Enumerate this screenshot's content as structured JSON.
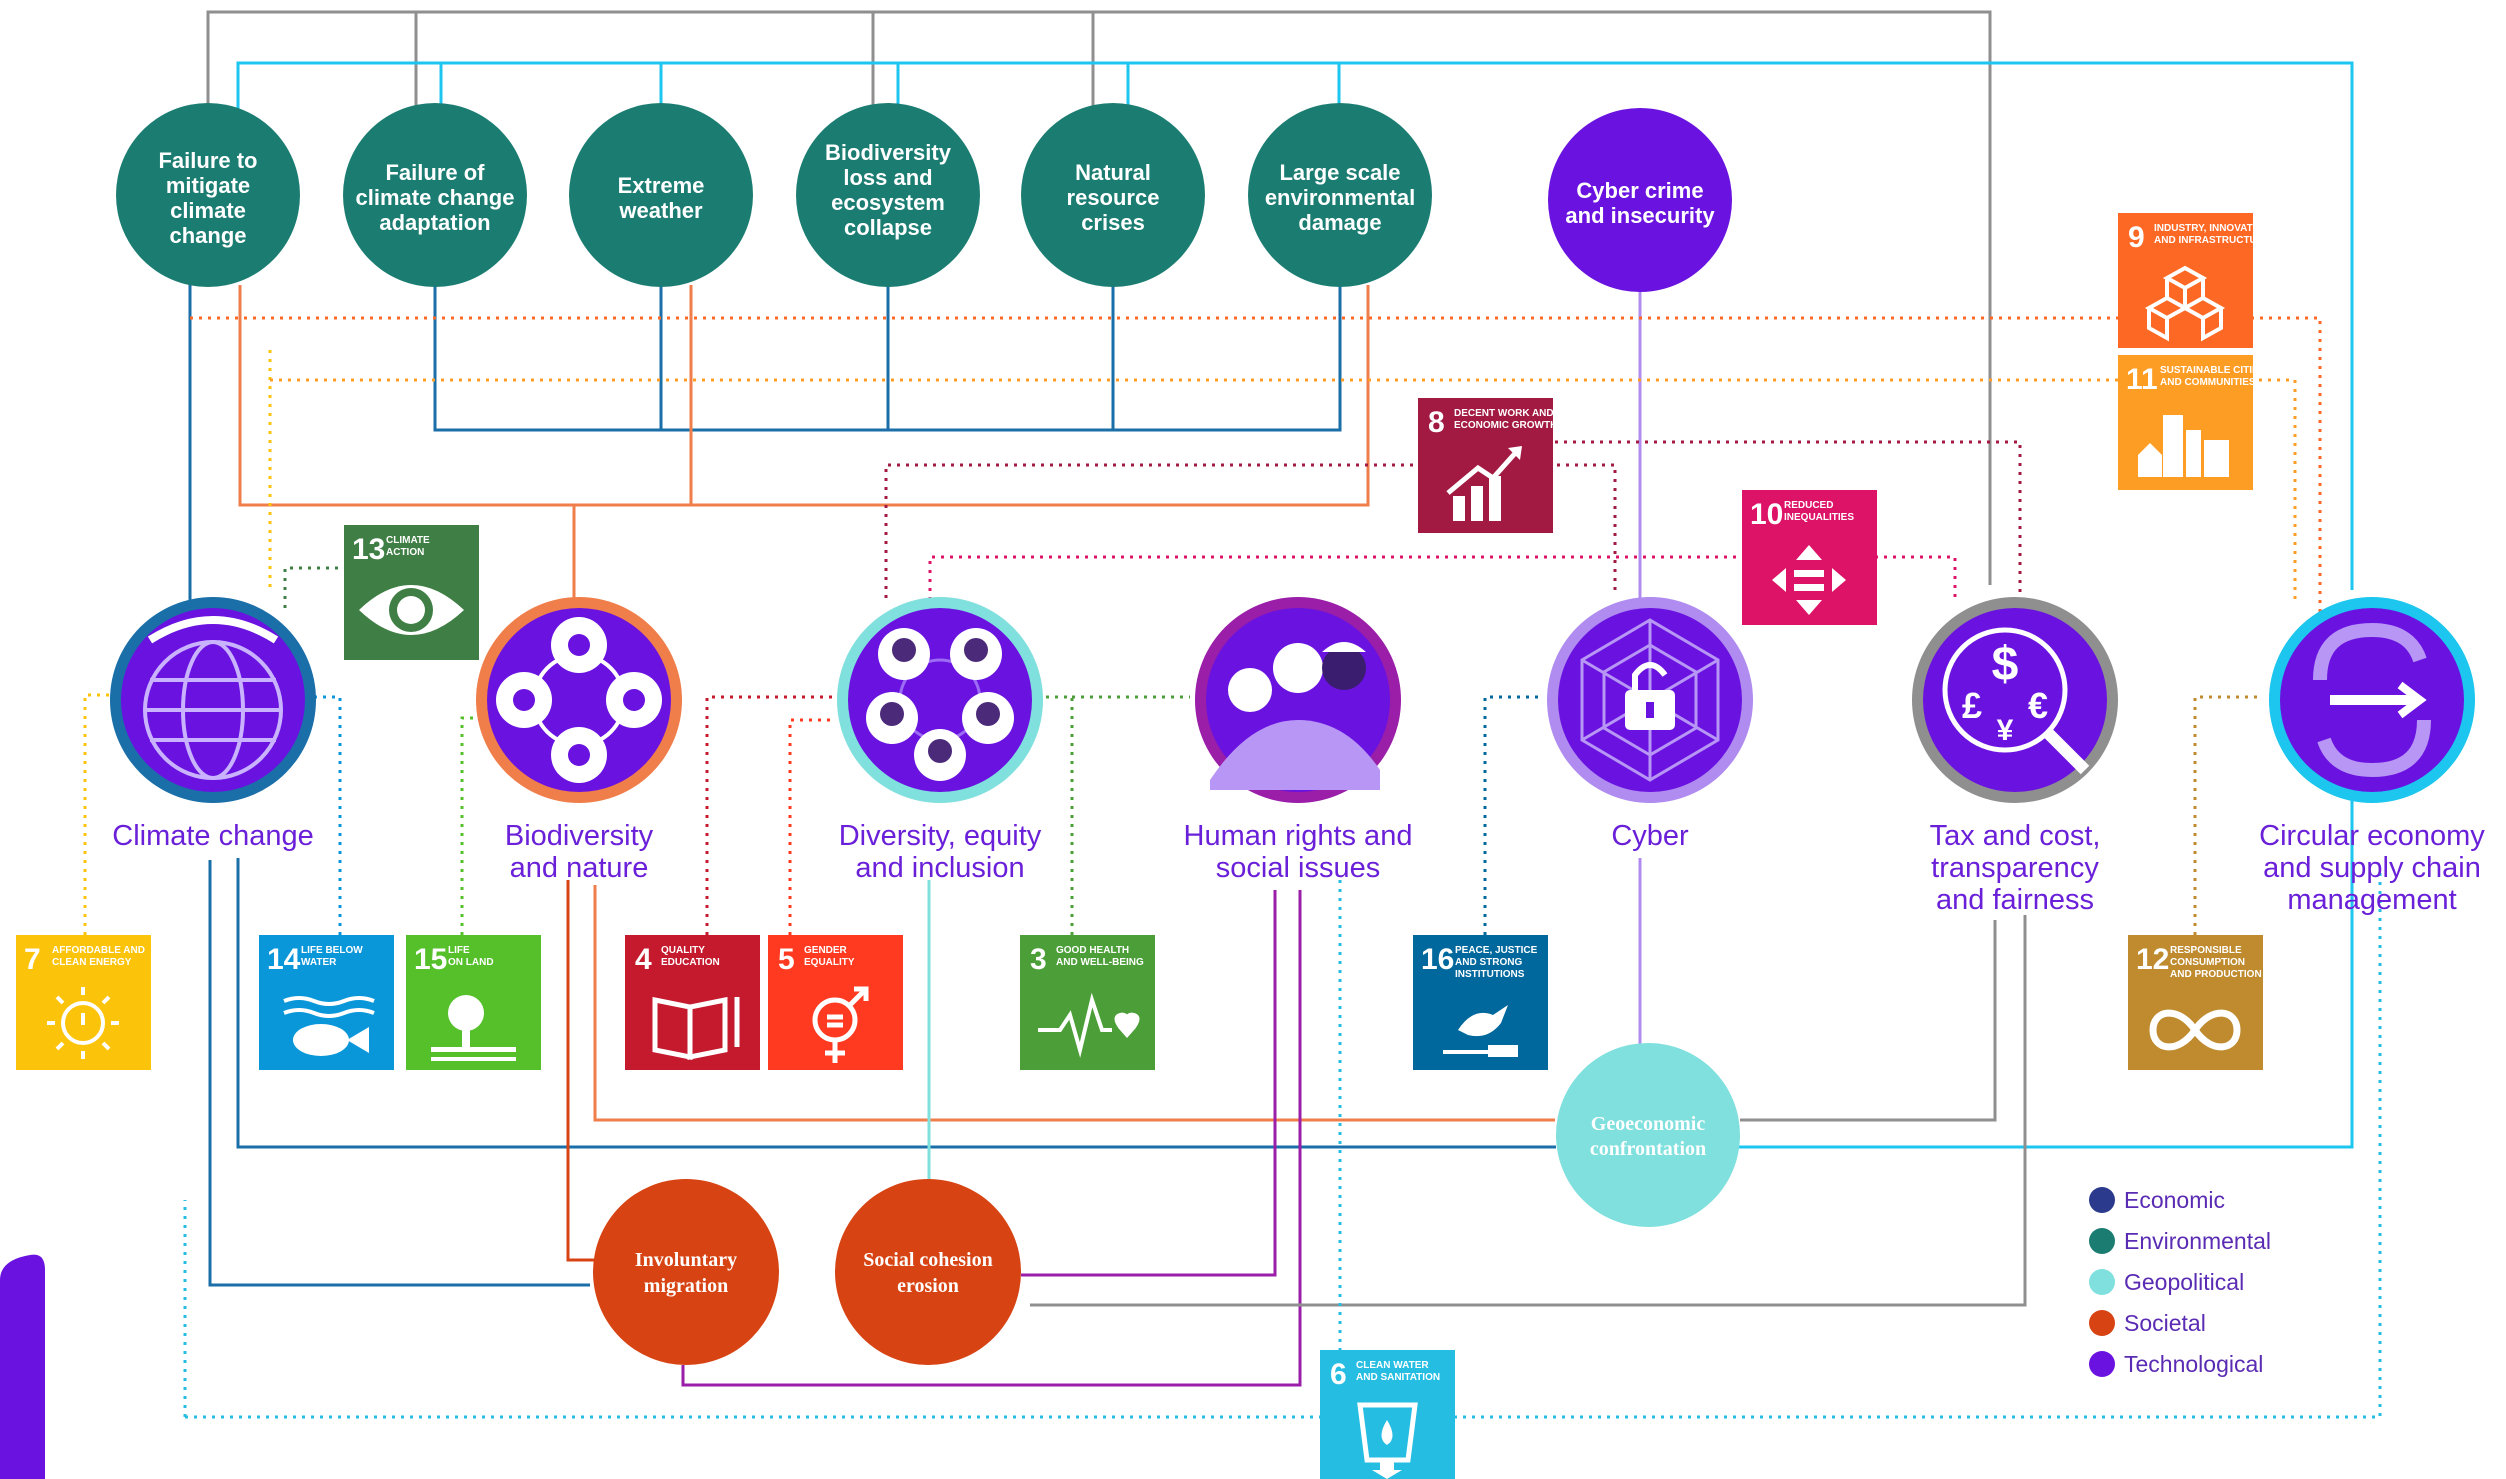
{
  "top_risks": [
    {
      "id": "failure-mitigate",
      "lines": [
        "Failure to",
        "mitigate",
        "climate",
        "change"
      ],
      "color": "#1b7d72"
    },
    {
      "id": "failure-adaptation",
      "lines": [
        "Failure of",
        "climate change",
        "adaptation"
      ],
      "color": "#1b7d72"
    },
    {
      "id": "extreme-weather",
      "lines": [
        "Extreme",
        "weather"
      ],
      "color": "#1b7d72"
    },
    {
      "id": "biodiversity-loss",
      "lines": [
        "Biodiversity",
        "loss and",
        "ecosystem",
        "collapse"
      ],
      "color": "#1b7d72"
    },
    {
      "id": "natural-resource",
      "lines": [
        "Natural",
        "resource",
        "crises"
      ],
      "color": "#1b7d72"
    },
    {
      "id": "environmental-damage",
      "lines": [
        "Large scale",
        "environmental",
        "damage"
      ],
      "color": "#1b7d72"
    },
    {
      "id": "cyber-crime",
      "lines": [
        "Cyber crime",
        "and insecurity"
      ],
      "color": "#6a12e0"
    }
  ],
  "categories": [
    {
      "id": "climate-change",
      "lines": [
        "Climate change"
      ],
      "ring": "#1a6fa8",
      "icon": "globe-icon"
    },
    {
      "id": "biodiversity-nature",
      "lines": [
        "Biodiversity",
        "and nature"
      ],
      "ring": "#f07e4b",
      "icon": "animals-icon"
    },
    {
      "id": "diversity-equity",
      "lines": [
        "Diversity, equity",
        "and inclusion"
      ],
      "ring": "#7fe0de",
      "icon": "people-icon"
    },
    {
      "id": "human-rights",
      "lines": [
        "Human rights and",
        "social issues"
      ],
      "ring": "#9a1ea8",
      "icon": "workers-icon"
    },
    {
      "id": "cyber",
      "lines": [
        "Cyber"
      ],
      "ring": "#b08cf0",
      "icon": "lock-web-icon"
    },
    {
      "id": "tax-cost",
      "lines": [
        "Tax and cost,",
        "transparency",
        "and fairness"
      ],
      "ring": "#8f8f8f",
      "icon": "currency-icon"
    },
    {
      "id": "circular-economy",
      "lines": [
        "Circular economy",
        "and supply chain",
        "management"
      ],
      "ring": "#1cc6ef",
      "icon": "cycle-arrows-icon"
    }
  ],
  "bottom_risks": [
    {
      "id": "geoeconomic",
      "lines": [
        "Geoeconomic",
        "confrontation"
      ],
      "color": "#7fe0de"
    },
    {
      "id": "involuntary-migration",
      "lines": [
        "Involuntary",
        "migration"
      ],
      "color": "#d74312"
    },
    {
      "id": "social-cohesion",
      "lines": [
        "Social cohesion",
        "erosion"
      ],
      "color": "#d74312"
    }
  ],
  "sdgs": [
    {
      "id": "sdg7",
      "num": "7",
      "title": [
        "AFFORDABLE AND",
        "CLEAN ENERGY"
      ],
      "color": "#fcc30b",
      "icon": "sun-power-icon"
    },
    {
      "id": "sdg14",
      "num": "14",
      "title": [
        "LIFE BELOW",
        "WATER"
      ],
      "color": "#0a97d9",
      "icon": "fish-icon"
    },
    {
      "id": "sdg15",
      "num": "15",
      "title": [
        "LIFE",
        "ON LAND"
      ],
      "color": "#56c02b",
      "icon": "tree-icon"
    },
    {
      "id": "sdg4",
      "num": "4",
      "title": [
        "QUALITY",
        "EDUCATION"
      ],
      "color": "#c5192d",
      "icon": "book-icon"
    },
    {
      "id": "sdg5",
      "num": "5",
      "title": [
        "GENDER",
        "EQUALITY"
      ],
      "color": "#ff3a21",
      "icon": "gender-icon"
    },
    {
      "id": "sdg3",
      "num": "3",
      "title": [
        "GOOD HEALTH",
        "AND WELL-BEING"
      ],
      "color": "#4c9f38",
      "icon": "heartbeat-icon"
    },
    {
      "id": "sdg16",
      "num": "16",
      "title": [
        "PEACE, JUSTICE",
        "AND STRONG",
        "INSTITUTIONS"
      ],
      "color": "#00689d",
      "icon": "dove-icon"
    },
    {
      "id": "sdg12",
      "num": "12",
      "title": [
        "RESPONSIBLE",
        "CONSUMPTION",
        "AND PRODUCTION"
      ],
      "color": "#bf8b2e",
      "icon": "infinity-icon"
    },
    {
      "id": "sdg13",
      "num": "13",
      "title": [
        "CLIMATE",
        "ACTION"
      ],
      "color": "#3f7e44",
      "icon": "eye-globe-icon"
    },
    {
      "id": "sdg8",
      "num": "8",
      "title": [
        "DECENT WORK AND",
        "ECONOMIC GROWTH"
      ],
      "color": "#a21942",
      "icon": "growth-chart-icon"
    },
    {
      "id": "sdg10",
      "num": "10",
      "title": [
        "REDUCED",
        "INEQUALITIES"
      ],
      "color": "#dd1367",
      "icon": "equality-arrows-icon"
    },
    {
      "id": "sdg9",
      "num": "9",
      "title": [
        "INDUSTRY, INNOVATION",
        "AND INFRASTRUCTURE"
      ],
      "color": "#fd6925",
      "icon": "cubes-icon"
    },
    {
      "id": "sdg11",
      "num": "11",
      "title": [
        "SUSTAINABLE CITIES",
        "AND COMMUNITIES"
      ],
      "color": "#fd9d24",
      "icon": "city-icon"
    },
    {
      "id": "sdg6",
      "num": "6",
      "title": [
        "CLEAN WATER",
        "AND SANITATION"
      ],
      "color": "#26bde2",
      "icon": "water-glass-icon"
    }
  ],
  "legend": [
    {
      "label": "Economic",
      "color": "#2b3a8c"
    },
    {
      "label": "Environmental",
      "color": "#1b7d72"
    },
    {
      "label": "Geopolitical",
      "color": "#7fe0de"
    },
    {
      "label": "Societal",
      "color": "#d74312"
    },
    {
      "label": "Technological",
      "color": "#6a12e0"
    }
  ]
}
